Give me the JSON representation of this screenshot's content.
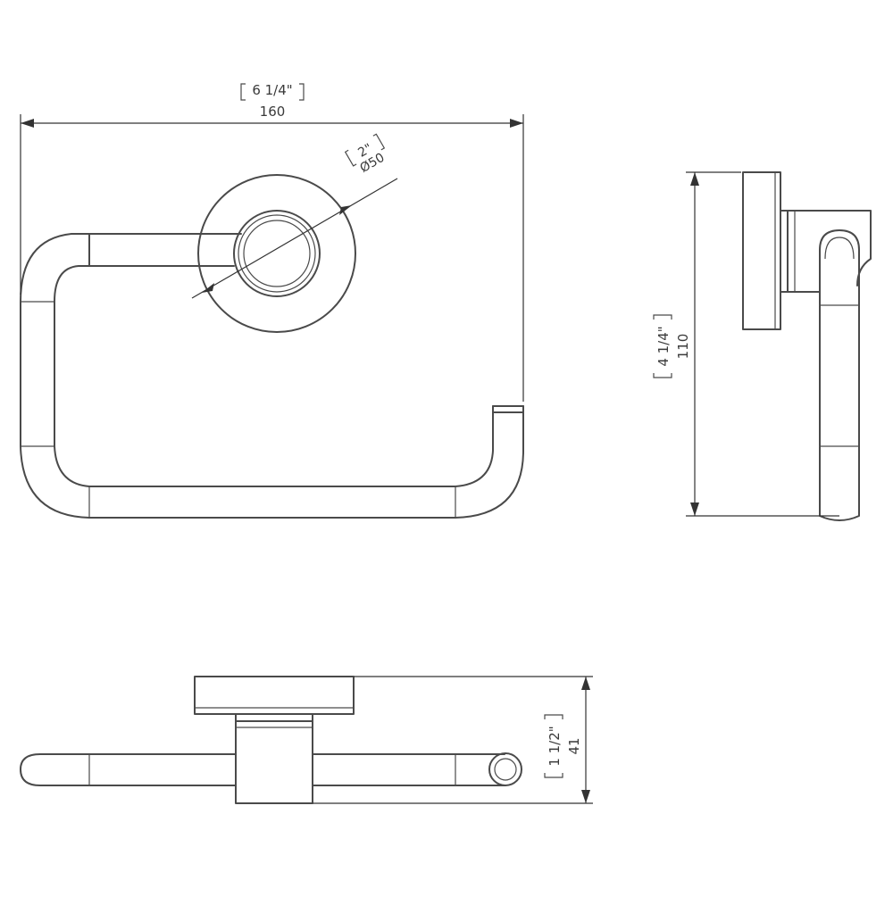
{
  "dimensions": {
    "width": {
      "imperial": "6 1/4\"",
      "metric": "160"
    },
    "diameter": {
      "imperial": "2\"",
      "metric": "Ø50"
    },
    "height": {
      "imperial": "4 1/4\"",
      "metric": "110"
    },
    "depth": {
      "imperial": "1 1/2\"",
      "metric": "41"
    }
  },
  "colors": {
    "line": "#4a4a4a",
    "dimension": "#333333",
    "background": "#ffffff"
  }
}
